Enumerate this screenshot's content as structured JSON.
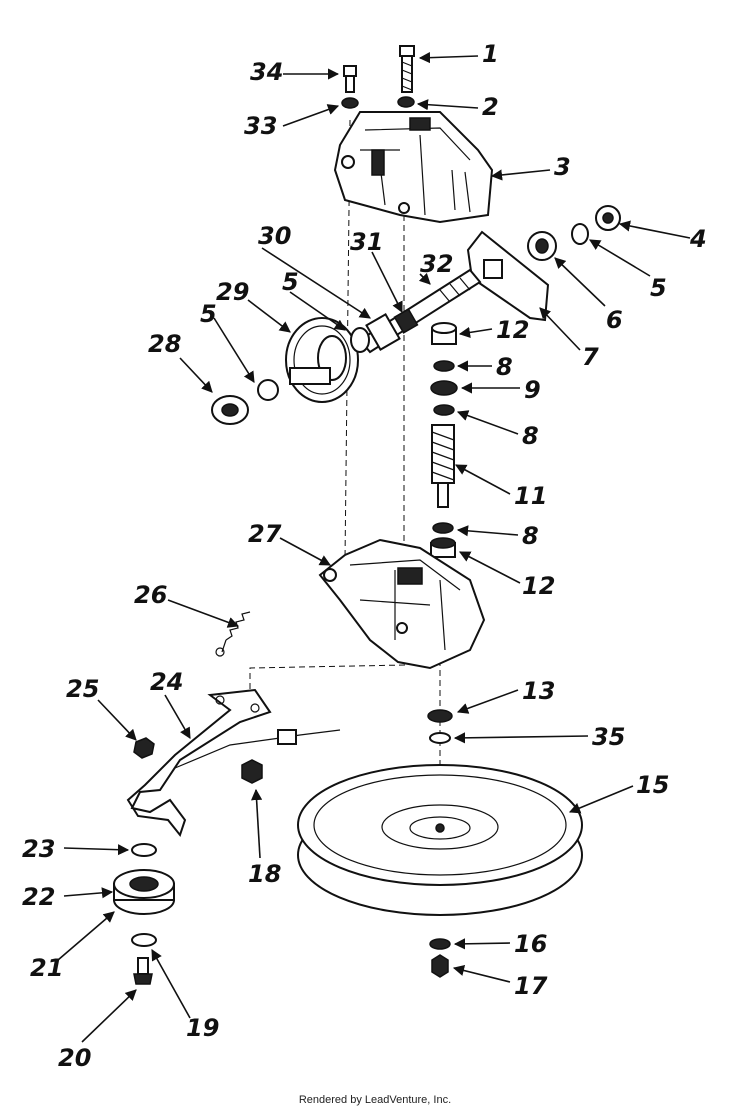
{
  "diagram": {
    "callouts": [
      "1",
      "2",
      "3",
      "4",
      "5",
      "6",
      "7",
      "8",
      "9",
      "11",
      "12",
      "13",
      "15",
      "16",
      "17",
      "18",
      "19",
      "20",
      "21",
      "22",
      "23",
      "24",
      "25",
      "26",
      "27",
      "28",
      "29",
      "30",
      "31",
      "32",
      "33",
      "34",
      "35"
    ],
    "footer": "Rendered by LeadVenture, Inc."
  }
}
